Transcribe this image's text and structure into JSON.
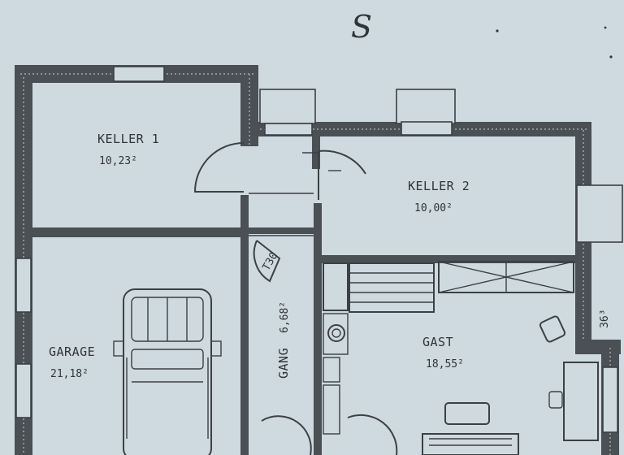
{
  "north_mark": "S",
  "rooms": {
    "keller1": {
      "name": "KELLER 1",
      "area": "10,23²"
    },
    "keller2": {
      "name": "KELLER 2",
      "area": "10,00²"
    },
    "garage": {
      "name": "GARAGE",
      "area": "21,18²"
    },
    "gang": {
      "name": "GANG",
      "area": "6,68²"
    },
    "gast": {
      "name": "GAST",
      "area": "18,55²"
    }
  },
  "annotations": {
    "door_height": "T30",
    "wall_dim": "36³"
  },
  "colors": {
    "paper": "#cfd9e0",
    "ink": "#3b4144",
    "wall": "#4a5054"
  }
}
